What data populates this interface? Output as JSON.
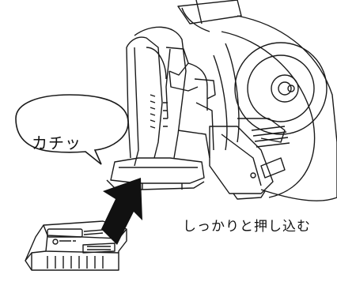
{
  "illustration": {
    "speech_bubble_text": "カチッ",
    "caption": "しっかりと押し込む",
    "colors": {
      "line": "#1a1a1a",
      "arrow": "#111111",
      "background": "#ffffff"
    },
    "icons": [
      "power-tool-illustration",
      "battery-pack-illustration",
      "insert-arrow"
    ]
  }
}
